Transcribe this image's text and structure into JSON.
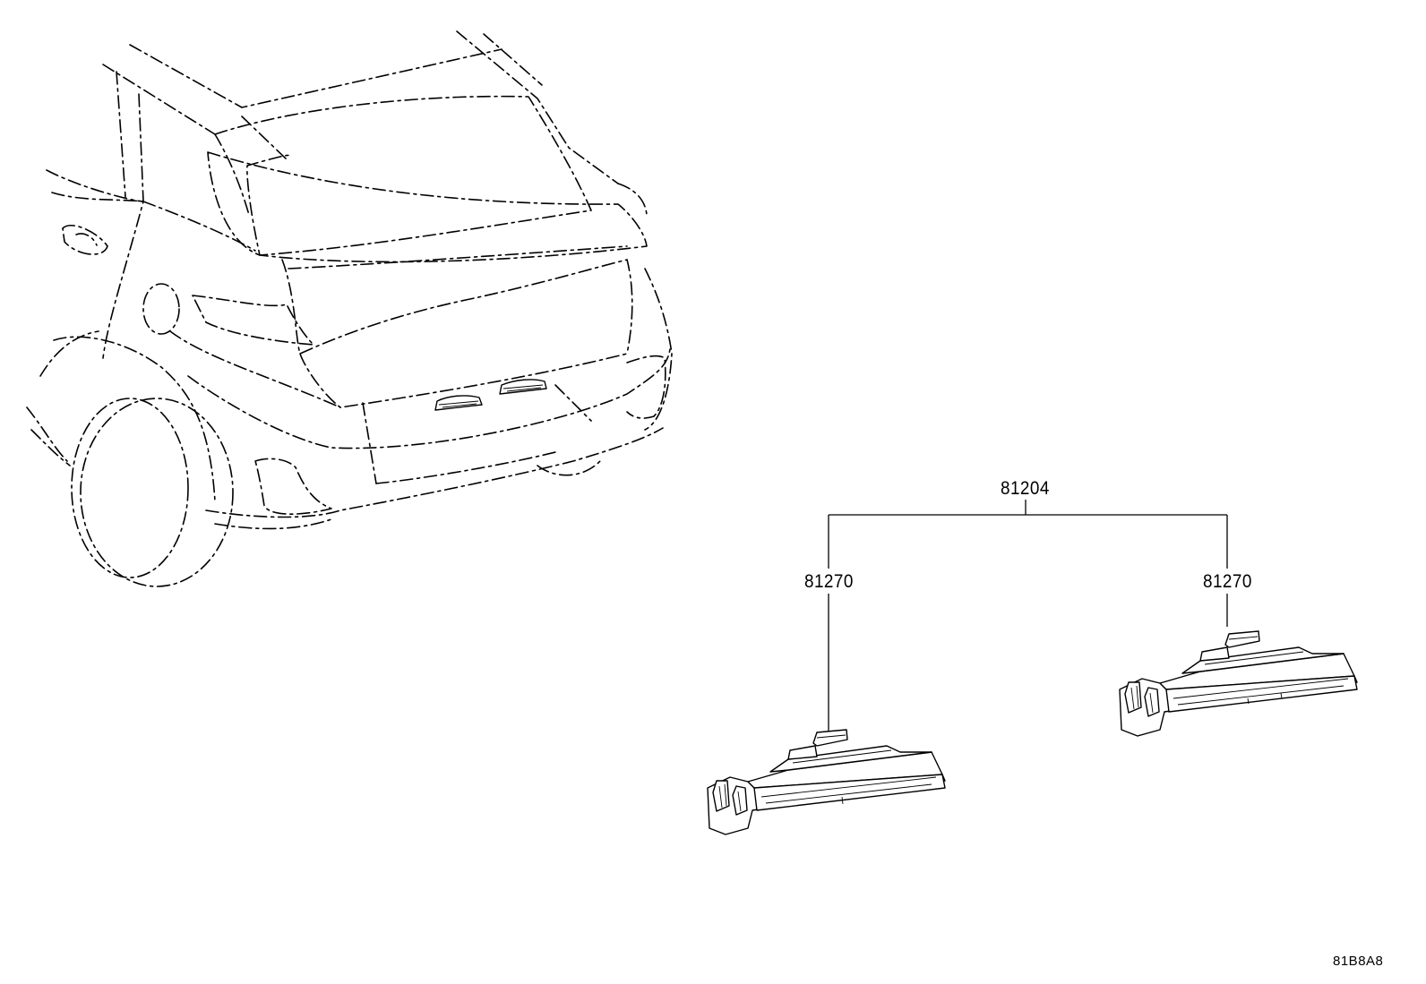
{
  "labels": {
    "assembly": "81204",
    "lamp_left": "81270",
    "lamp_right": "81270"
  },
  "illustration_code": "81B8A8"
}
